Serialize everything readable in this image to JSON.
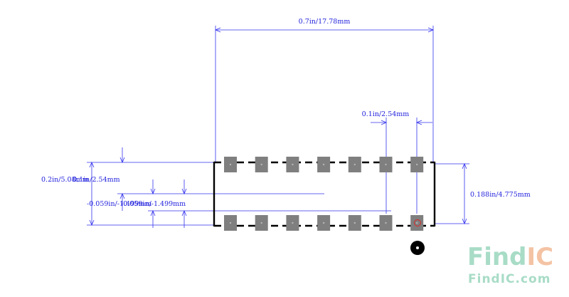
{
  "dimensions": {
    "overall_width": "0.7in/17.78mm",
    "pitch": "0.1in/2.54mm",
    "row_spacing": "0.188in/4.775mm",
    "left_a": "0.2in/5.08mm",
    "left_b": "0.1in/2.54mm",
    "left_c": "-0.059in/-1.499mm",
    "left_d": "-0.059in/-1.499mm"
  },
  "pads": {
    "per_row": 7,
    "rows": 2
  },
  "colors": {
    "dimension": "#3333ee",
    "pad": "#7f7f7f",
    "outline": "#000000",
    "pin1_marker": "#dd2222",
    "watermark_find": "#a8dcc7",
    "watermark_ic": "#f4c3a4"
  },
  "watermark": {
    "logo_find": "Find",
    "logo_ic": "IC",
    "domain_find": "FindIC",
    "domain_com": ".com"
  }
}
